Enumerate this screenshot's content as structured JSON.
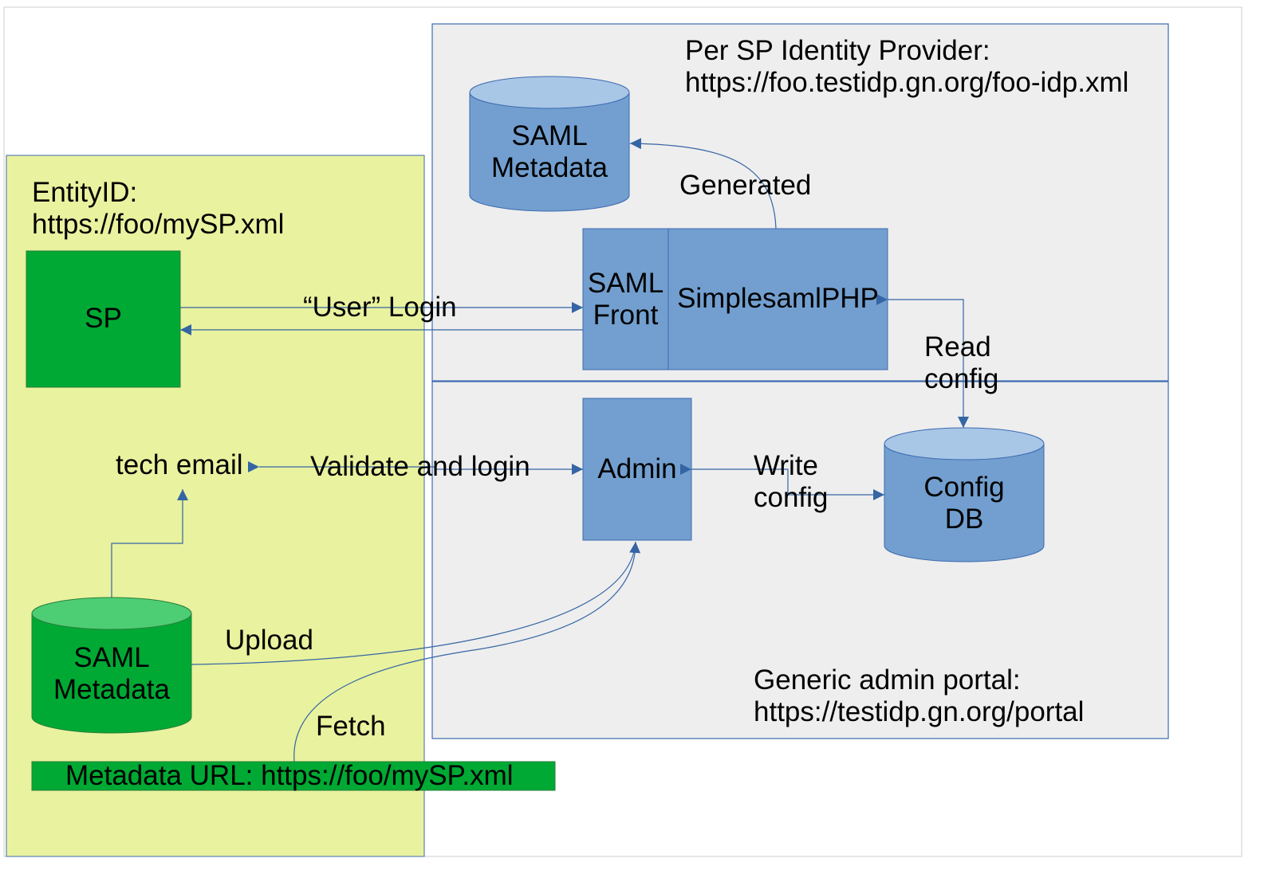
{
  "idp_region": {
    "title_line1": "Per SP Identity Provider:",
    "title_line2": "https://foo.testidp.gn.org/foo-idp.xml",
    "metadata_line1": "SAML",
    "metadata_line2": "Metadata",
    "generated_label": "Generated",
    "saml_front_line1": "SAML",
    "saml_front_line2": "Front",
    "simplesamlphp": "SimplesamlPHP",
    "read_config_line1": "Read",
    "read_config_line2": "config"
  },
  "portal_region": {
    "title_line1": "Generic admin portal:",
    "title_line2": "https://testidp.gn.org/portal",
    "admin": "Admin",
    "write_config_line1": "Write",
    "write_config_line2": "config",
    "config_db_line1": "Config",
    "config_db_line2": "DB"
  },
  "sp_region": {
    "entity_line1": "EntityID:",
    "entity_line2": "https://foo/mySP.xml",
    "sp": "SP",
    "tech_email": "tech email",
    "metadata_line1": "SAML",
    "metadata_line2": "Metadata",
    "upload_label": "Upload",
    "fetch_label": "Fetch",
    "metadata_url": "Metadata URL: https://foo/mySP.xml"
  },
  "edges": {
    "user_login": "“User” Login",
    "validate_login": "Validate and login"
  },
  "colors": {
    "sp_region_fill": "#e9f29e",
    "idp_region_fill": "#eeeeee",
    "region_border": "#3c6ab0",
    "blue_box": "#729fcf",
    "blue_cyl_top": "#a8c6e6",
    "green": "#00a933",
    "green_cyl_top": "#4dce74",
    "arrow": "#3465a4"
  }
}
